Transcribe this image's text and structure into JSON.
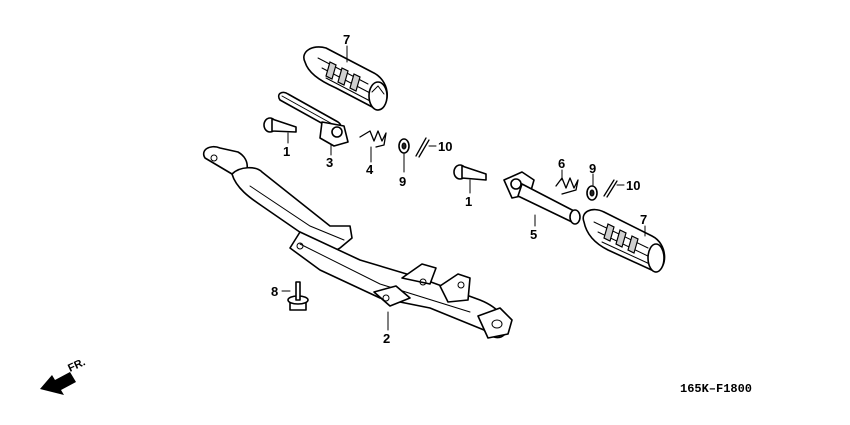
{
  "diagram": {
    "figure_code": "165K–F1800",
    "direction_label": "FR.",
    "callouts": [
      {
        "id": "c7a",
        "label": "7"
      },
      {
        "id": "c1a",
        "label": "1"
      },
      {
        "id": "c3",
        "label": "3"
      },
      {
        "id": "c4",
        "label": "4"
      },
      {
        "id": "c9a",
        "label": "9"
      },
      {
        "id": "c10a",
        "label": "10"
      },
      {
        "id": "c6",
        "label": "6"
      },
      {
        "id": "c9b",
        "label": "9"
      },
      {
        "id": "c10b",
        "label": "10"
      },
      {
        "id": "c1b",
        "label": "1"
      },
      {
        "id": "c5",
        "label": "5"
      },
      {
        "id": "c7b",
        "label": "7"
      },
      {
        "id": "c8",
        "label": "8"
      },
      {
        "id": "c2",
        "label": "2"
      }
    ]
  }
}
